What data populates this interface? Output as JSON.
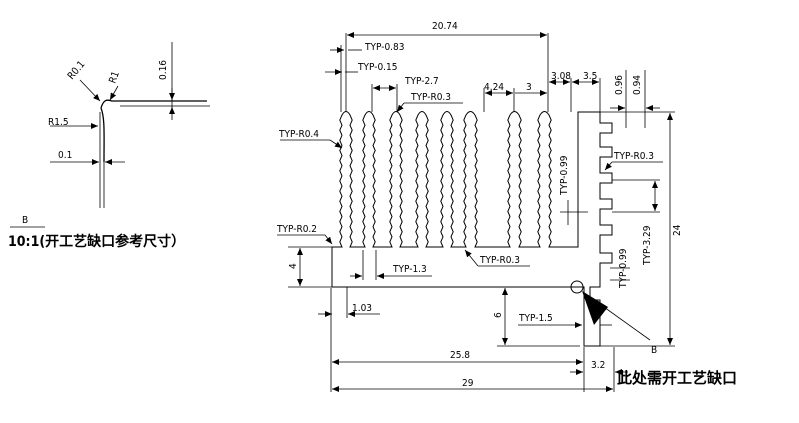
{
  "detail": {
    "radius_tip": "R0.1",
    "radius_small": "R1",
    "radius_large": "R1.5",
    "dim_height": "0.16",
    "dim_width": "0.1",
    "label_letter": "B",
    "scale_caption": "10:1(开工艺缺口参考尺寸）"
  },
  "top_dims": {
    "overall": "20.74",
    "fin_thickness": "TYP-0.83",
    "small_gap": "TYP-0.15",
    "fin_pitch": "TYP-2.7",
    "fin_tip_radius": "TYP-R0.3",
    "gap_4": "4.24",
    "gap_3": "3",
    "dim_308": "3.08",
    "dim_35": "3.5",
    "side_096": "0.96",
    "side_094": "0.94"
  },
  "side_dims": {
    "radius": "TYP-R0.4",
    "base_radius": "TYP-R0.2",
    "tooth": "TYP-0.99",
    "right_radius": "TYP-R0.3",
    "pitch_right": "TYP-3.29",
    "height": "24",
    "tooth2": "TYP-0.99"
  },
  "bottom_dims": {
    "fin_gap": "TYP-1.3",
    "root_radius": "TYP-R0.3",
    "base_height": "4",
    "left_offset": "1.03",
    "notch_height": "6",
    "notch_width": "TYP-1.5",
    "width_258": "25.8",
    "width_32": "3.2",
    "total_width": "29",
    "view_letter": "B"
  },
  "note": "此处需开工艺缺口"
}
